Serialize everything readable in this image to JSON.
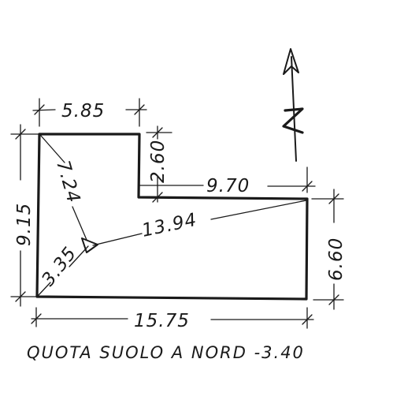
{
  "plan": {
    "dimensions": {
      "top_width": "5.85",
      "notch_height": "2.60",
      "right_upper_width": "9.70",
      "left_height": "9.15",
      "right_height": "6.60",
      "bottom_width": "15.75",
      "diagonal_upper": "7.24",
      "diagonal_lower": "3.35",
      "diagonal_long": "13.94"
    },
    "north_label": "N",
    "caption": "QUOTA SUOLO A NORD -3.40"
  },
  "colors": {
    "ink": "#1a1a1a",
    "paper": "#ffffff"
  }
}
